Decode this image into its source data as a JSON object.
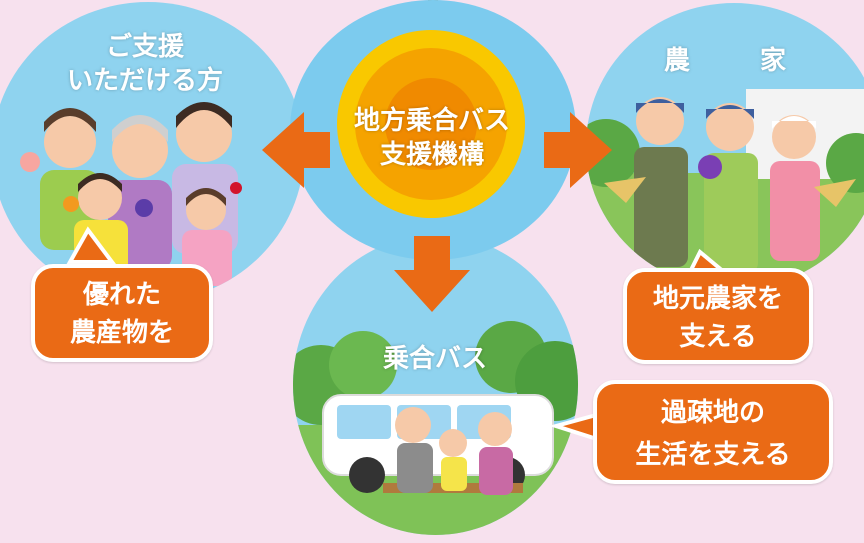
{
  "circles": {
    "supporters": {
      "title_line1": "ご支援",
      "title_line2": "いただける方",
      "bubble_line1": "優れた",
      "bubble_line2": "農産物を"
    },
    "farmers": {
      "title": "農　家",
      "bubble_line1": "地元農家を",
      "bubble_line2": "支える"
    },
    "center": {
      "title_line1": "地方乗合バス",
      "title_line2": "支援機構"
    },
    "bus": {
      "title": "乗合バス",
      "bubble_line1": "過疎地の",
      "bubble_line2": "生活を支える"
    }
  },
  "colors": {
    "background": "#f7e1ee",
    "circle_blue": "#8fd3ef",
    "arrow_orange": "#ea6a15",
    "sun_yellow": "#f9c800",
    "sun_orange": "#f08a00",
    "bubble_orange": "#ea6a15"
  }
}
